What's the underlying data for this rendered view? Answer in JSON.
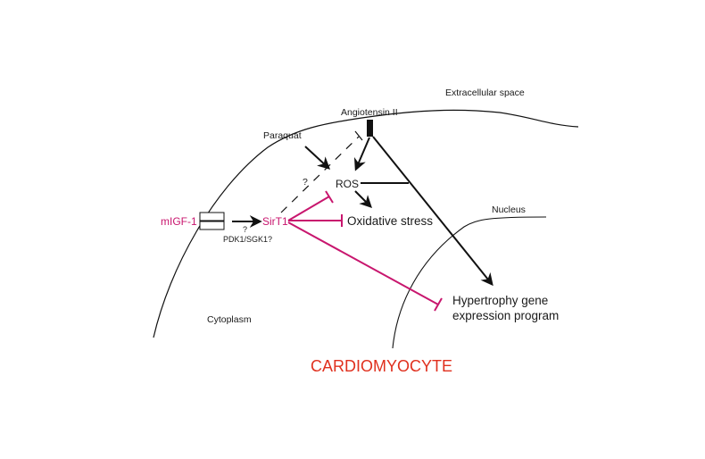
{
  "colors": {
    "ink": "#111111",
    "inhibition": "#c8166e",
    "title": "#e0301e"
  },
  "regions": {
    "extracellular": "Extracellular space",
    "cytoplasm": "Cytoplasm",
    "nucleus": "Nucleus"
  },
  "nodes": {
    "angiotensin": "Angiotensin II",
    "paraquat": "Paraquat",
    "ros": "ROS",
    "migf1": "mIGF-1",
    "sirt1": "SirT1",
    "oxidative_stress": "Oxidative stress",
    "hypertrophy_line1": "Hypertrophy gene",
    "hypertrophy_line2": "expression program",
    "pathway_label": "PDK1/SGK1?",
    "pathway_question": "?",
    "dashed_question": "?"
  },
  "title": "CARDIOMYOCYTE",
  "edges": [
    {
      "from": "paraquat",
      "to": "ros",
      "type": "activation"
    },
    {
      "from": "angiotensin",
      "to": "ros",
      "type": "activation"
    },
    {
      "from": "angiotensin",
      "to": "hypertrophy",
      "type": "activation"
    },
    {
      "from": "ros",
      "to": "angiotensin-hypertrophy-edge",
      "type": "junction"
    },
    {
      "from": "ros",
      "to": "oxidative_stress",
      "type": "activation"
    },
    {
      "from": "migf1",
      "to": "sirt1",
      "type": "activation",
      "label": "PDK1/SGK1?"
    },
    {
      "from": "sirt1",
      "to": "angiotensin",
      "type": "inhibition-uncertain"
    },
    {
      "from": "sirt1",
      "to": "ros",
      "type": "inhibition"
    },
    {
      "from": "sirt1",
      "to": "oxidative_stress",
      "type": "inhibition"
    },
    {
      "from": "sirt1",
      "to": "hypertrophy",
      "type": "inhibition"
    }
  ]
}
